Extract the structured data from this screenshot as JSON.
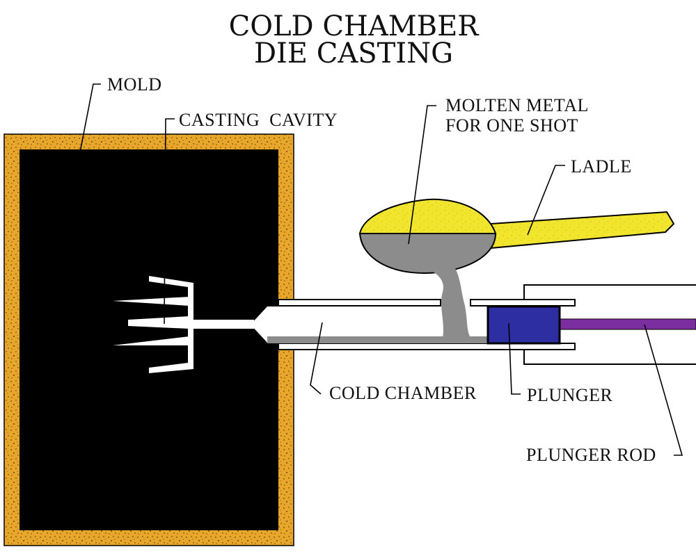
{
  "title": {
    "line1": "COLD CHAMBER",
    "line2": "DIE CASTING"
  },
  "labels": {
    "mold": "MOLD",
    "casting_cavity": "CASTING  CAVITY",
    "molten_metal_line1": "MOLTEN METAL",
    "molten_metal_line2": "FOR ONE SHOT",
    "ladle": "LADLE",
    "cold_chamber": "COLD CHAMBER",
    "plunger": "PLUNGER",
    "plunger_rod": "PLUNGER ROD"
  },
  "colors": {
    "mold_frame": "#E8A62A",
    "mold_interior": "#000000",
    "ladle": "#F2E52E",
    "molten_metal": "#8C8C8C",
    "plunger": "#2E2EA3",
    "plunger_rod": "#7B2E9E",
    "cavity": "#FFFFFF"
  }
}
